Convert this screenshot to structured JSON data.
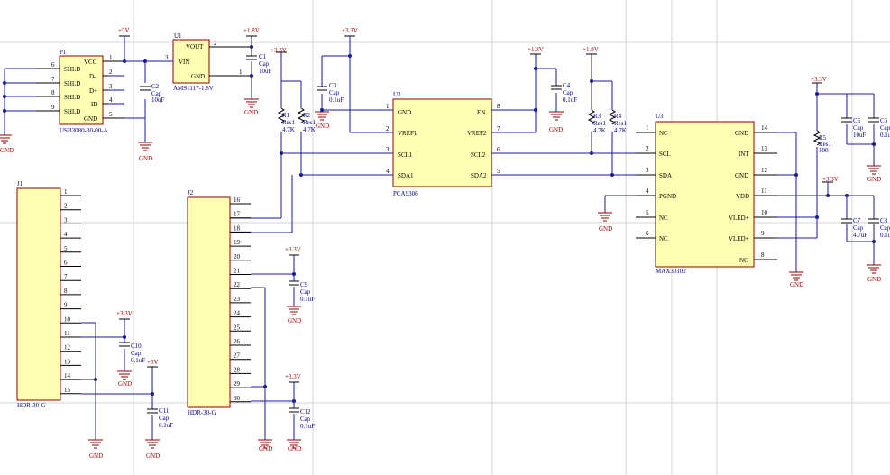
{
  "components": {
    "P1": {
      "ref": "P1",
      "value": "USB3080-30-00-A",
      "pins_left": [
        "SHLD",
        "SHLD",
        "SHLD",
        "SHLD"
      ],
      "pins_left_nums": [
        "6",
        "7",
        "8",
        "9"
      ],
      "pins_right": [
        "VCC",
        "D-",
        "D+",
        "ID",
        "GND"
      ],
      "pins_right_nums": [
        "1",
        "2",
        "3",
        "4",
        "5"
      ]
    },
    "U1": {
      "ref": "U1",
      "value": "AMS1117-1.8V",
      "vout": "VOUT",
      "vin": "VIN",
      "gnd": "GND",
      "n2": "2",
      "n3": "3",
      "n1": "1"
    },
    "C1": {
      "ref": "C1",
      "kind": "Cap",
      "value": "10uF",
      "rail": "+1.8V"
    },
    "C2": {
      "ref": "C2",
      "kind": "Cap",
      "value": "10uF"
    },
    "C3": {
      "ref": "C3",
      "kind": "Cap",
      "value": "0.1uF"
    },
    "C4": {
      "ref": "C4",
      "kind": "Cap",
      "value": "0.1uF"
    },
    "C5": {
      "ref": "C5",
      "kind": "Cap",
      "value": "10uF"
    },
    "C6": {
      "ref": "C6",
      "kind": "Cap",
      "value": "0.1u"
    },
    "C7": {
      "ref": "C7",
      "kind": "Cap",
      "value": "4.7uF"
    },
    "C8": {
      "ref": "C8",
      "kind": "Cap",
      "value": "0.1u"
    },
    "C9": {
      "ref": "C9",
      "kind": "Cap",
      "value": "0.1uF"
    },
    "C10": {
      "ref": "C10",
      "kind": "Cap",
      "value": "0.1uF"
    },
    "C11": {
      "ref": "C11",
      "kind": "Cap",
      "value": "0.1uF"
    },
    "C12": {
      "ref": "C12",
      "kind": "Cap",
      "value": "0.1uF"
    },
    "R1": {
      "ref": "R1",
      "kind": "Res1",
      "value": "4.7K"
    },
    "R2": {
      "ref": "R2",
      "kind": "Res1",
      "value": "4.7K"
    },
    "R3": {
      "ref": "R3",
      "kind": "Res1",
      "value": "4.7K"
    },
    "R4": {
      "ref": "R4",
      "kind": "Res1",
      "value": "4.7K"
    },
    "R5": {
      "ref": "R5",
      "kind": "Res1",
      "value": "100"
    },
    "U2": {
      "ref": "U2",
      "value": "PCA9306",
      "left": [
        "GND",
        "VREF1",
        "SCL1",
        "SDA1"
      ],
      "left_nums": [
        "1",
        "2",
        "3",
        "4"
      ],
      "right": [
        "EN",
        "VREF2",
        "SCL2",
        "SDA2"
      ],
      "right_nums": [
        "8",
        "7",
        "6",
        "5"
      ]
    },
    "U3": {
      "ref": "U3",
      "value": "MAX30102",
      "left": [
        "NC",
        "SCL",
        "SDA",
        "PGND",
        "NC",
        "NC"
      ],
      "left_nums": [
        "1",
        "2",
        "3",
        "4",
        "5",
        "6"
      ],
      "right": [
        "GND",
        "INT",
        "GND",
        "VDD",
        "VLED+",
        "VLED+",
        "NC"
      ],
      "right_nums": [
        "14",
        "13",
        "12",
        "11",
        "10",
        "9",
        "8"
      ]
    },
    "J1": {
      "ref": "J1",
      "value": "HDR-30-G",
      "pins": [
        "1",
        "2",
        "3",
        "4",
        "5",
        "6",
        "7",
        "8",
        "9",
        "10",
        "11",
        "12",
        "13",
        "14",
        "15"
      ]
    },
    "J2": {
      "ref": "J2",
      "value": "HDR-30-G",
      "pins": [
        "16",
        "17",
        "18",
        "19",
        "20",
        "21",
        "22",
        "23",
        "24",
        "25",
        "26",
        "27",
        "28",
        "29",
        "30"
      ]
    }
  },
  "power": {
    "v5": "+5V",
    "v33": "+3.3V",
    "v18": "+1.8V",
    "gnd": "GND"
  }
}
